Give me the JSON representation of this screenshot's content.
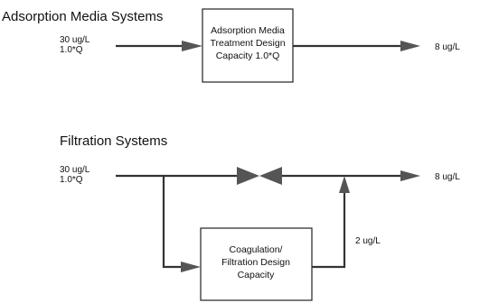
{
  "adsorption": {
    "title": "Adsorption Media Systems",
    "inflow": {
      "concentration": "30 ug/L",
      "flow": "1.0*Q"
    },
    "treatment_box": {
      "lines": [
        "Adsorption Media",
        "Treatment Design",
        "Capacity 1.0*Q"
      ]
    },
    "outflow": {
      "concentration": "8 ug/L"
    }
  },
  "filtration": {
    "title": "Filtration Systems",
    "inflow": {
      "concentration": "30 ug/L",
      "flow": "1.0*Q"
    },
    "treatment_box": {
      "lines": [
        "Coagulation/",
        "Filtration Design",
        "Capacity"
      ]
    },
    "treated_stream": {
      "concentration": "2 ug/L"
    },
    "outflow": {
      "concentration": "8 ug/L"
    }
  }
}
